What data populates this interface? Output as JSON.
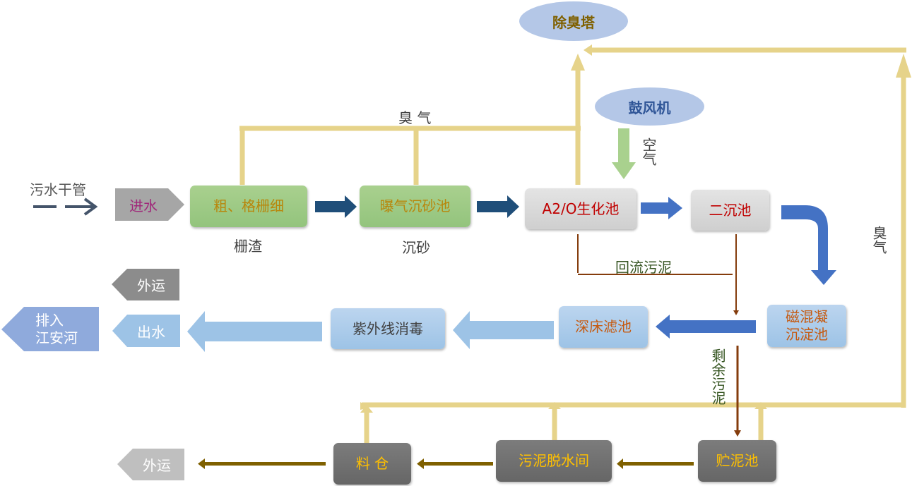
{
  "nodes": {
    "odor_tower": "除臭塔",
    "blower": "鼓风机",
    "inlet": "进水",
    "screen": "粗、格栅细",
    "grit": "曝气沉砂池",
    "a2o": "A2/O生化池",
    "secondary": "二沉池",
    "magnetic": "磁混凝\n沉淀池",
    "deep_filter": "深床滤池",
    "uv": "紫外线消毒",
    "outlet": "出水",
    "discharge": "排入\n江安河",
    "export_top": "外运",
    "sludge_tank": "贮泥池",
    "dewatering": "污泥脱水间",
    "silo": "料 仓",
    "export_bottom": "外运"
  },
  "labels": {
    "sewer": "污水干管",
    "screenings": "栅渣",
    "grit_out": "沉砂",
    "odor_top": "臭 气",
    "odor_right": "臭气",
    "air": "空气",
    "return_sludge": "回流污泥",
    "excess_sludge": "剩余污泥"
  },
  "colors": {
    "odor_line": "#e6d38a",
    "navy_arrow": "#1f4e79",
    "blue_arrow": "#4472c4",
    "light_blue_arrow": "#9dc3e6",
    "sludge_line": "#7f6000",
    "return_line": "#843c0c",
    "air_arrow": "#a9d18e"
  }
}
